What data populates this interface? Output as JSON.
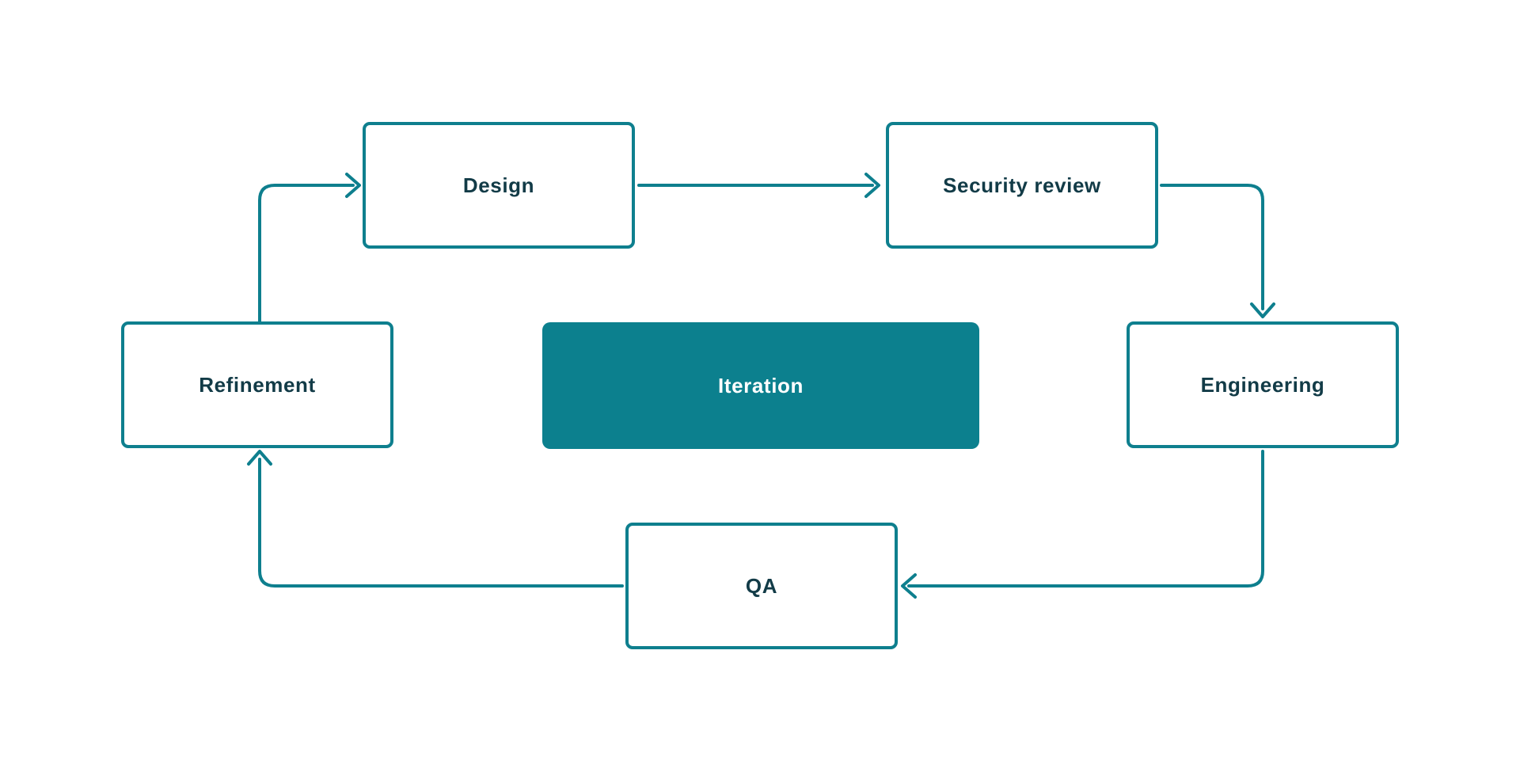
{
  "diagram": {
    "type": "flowchart-cycle",
    "colors": {
      "background": "#ffffff",
      "stroke": "#0e7f8e",
      "node_text": "#123b47",
      "iteration_fill": "#0c808e",
      "iteration_text": "#ffffff"
    },
    "nodes": {
      "design": {
        "label": "Design"
      },
      "security_review": {
        "label": "Security review"
      },
      "engineering": {
        "label": "Engineering"
      },
      "qa": {
        "label": "QA"
      },
      "refinement": {
        "label": "Refinement"
      },
      "iteration": {
        "label": "Iteration"
      }
    },
    "edges": [
      {
        "from": "Refinement",
        "to": "Design",
        "arrow": "into Design left side"
      },
      {
        "from": "Design",
        "to": "Security review",
        "arrow": "into Security review left side"
      },
      {
        "from": "Security review",
        "to": "Engineering",
        "arrow": "into Engineering top"
      },
      {
        "from": "Engineering",
        "to": "QA",
        "arrow": "into QA right side"
      },
      {
        "from": "QA",
        "to": "Refinement",
        "arrow": "into Refinement bottom"
      }
    ]
  }
}
